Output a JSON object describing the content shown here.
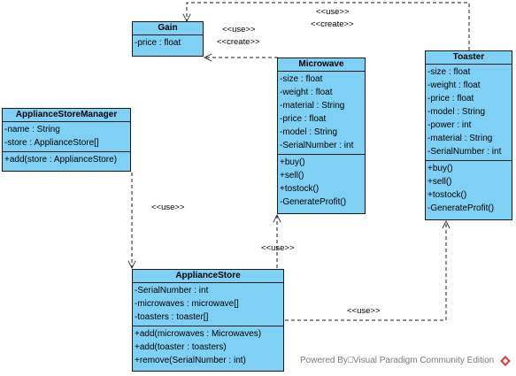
{
  "classes": {
    "gain": {
      "name": "Gain",
      "attributes": [
        "-price : float"
      ],
      "operations": []
    },
    "microwave": {
      "name": "Microwave",
      "attributes": [
        "-size : float",
        "-weight : float",
        "-material : String",
        "-price : float",
        "-model : String",
        "-SerialNumber : int"
      ],
      "operations": [
        "+buy()",
        "+sell()",
        "+tostock()",
        "-GenerateProfit()"
      ]
    },
    "toaster": {
      "name": "Toaster",
      "attributes": [
        "-size : float",
        "-weight : float",
        "-price : float",
        "-model : String",
        "-power : int",
        "-material : String",
        "-SerialNumber : int"
      ],
      "operations": [
        "+buy()",
        "+sell()",
        "+tostock()",
        "-GenerateProfit()"
      ]
    },
    "manager": {
      "name": "ApplianceStoreManager",
      "attributes": [
        "-name : String",
        "-store : ApplianceStore[]"
      ],
      "operations": [
        "+add(store : ApplianceStore)"
      ]
    },
    "store": {
      "name": "ApplianceStore",
      "attributes": [
        "-SerialNumber : int",
        "-microwaves : microwave[]",
        "-toasters : toaster[]"
      ],
      "operations": [
        "+add(microwaves : Microwaves)",
        "+add(toaster : toasters)",
        "+remove(SerialNumber : int)"
      ]
    }
  },
  "stereotypes": {
    "top_use": "<<use>>",
    "top_create": "<<create>>",
    "mw_gain_use": "<<use>>",
    "mw_gain_create": "<<create>>",
    "manager_store_use": "<<use>>",
    "store_mw_use": "<<use>>",
    "store_toaster_use": "<<use>>"
  },
  "footer": "Powered By⎕Visual Paradigm Community Edition",
  "colors": {
    "class_fill": "#7fd0f5",
    "border": "#1a1a1a",
    "logo": "#e04040"
  }
}
